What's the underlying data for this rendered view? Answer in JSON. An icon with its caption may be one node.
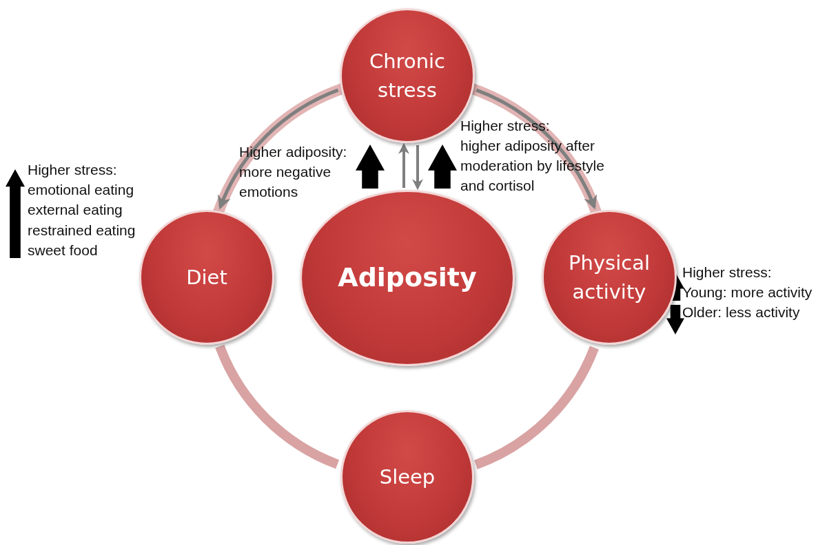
{
  "diagram": {
    "nodes": [
      {
        "text": [
          "Chronic stress"
        ]
      },
      {
        "text": [
          "Diet"
        ]
      },
      {
        "text": [
          "Adiposity"
        ]
      },
      {
        "text": [
          "Physical activity"
        ]
      },
      {
        "text": [
          "Sleep"
        ]
      }
    ],
    "edges": [
      {
        "from": 0,
        "to": 1,
        "arrow": "to"
      },
      {
        "from": 0,
        "to": 3,
        "arrow": "to"
      },
      {
        "from": 1,
        "to": 4,
        "arrow": "none",
        "style": "thick",
        "color": "#d9a3a3"
      },
      {
        "from": 4,
        "to": 3,
        "arrow": "none",
        "style": "thick",
        "color": "#d9a3a3"
      },
      {
        "from": 2,
        "to": 0,
        "arrow": "to"
      },
      {
        "from": 0,
        "to": 2,
        "arrow": "to"
      },
      {
        "from": 2,
        "to": 0,
        "arrow": "to",
        "style": "thick",
        "color": "#000000"
      },
      {
        "from": 2,
        "to": 0,
        "arrow": "to",
        "style": "thick",
        "color": "#000000"
      }
    ],
    "labels": [
      "Higher stress:",
      "emotional eating",
      "external eating",
      "restrained eating",
      "sweet food",
      "Higher adiposity:",
      "more negative",
      "emotions",
      "Higher stress:",
      "higher adiposity after",
      "moderation by lifestyle",
      "and cortisol",
      "Higher stress:",
      "Young: more activity",
      "Older: less activity"
    ]
  }
}
